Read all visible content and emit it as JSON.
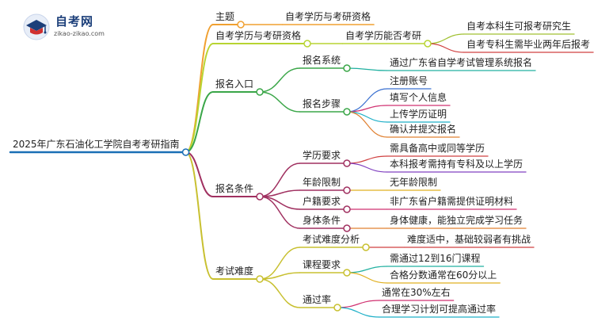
{
  "logo": {
    "title": "自考网",
    "url": "zikao-zikao.com",
    "icon": "graduation-cap-icon"
  },
  "root": {
    "label": "2025年广东石油化工学院自考考研指南",
    "color": "#1a6fb5"
  },
  "branches": [
    {
      "key": "topic",
      "label": "主题",
      "color": "#f0a030",
      "children": [
        {
          "label": "自考学历与考研资格"
        }
      ]
    },
    {
      "key": "qualification",
      "label": "自考学历与考研资格",
      "color": "#b8d432",
      "children": [
        {
          "label": "自考学历能否考研",
          "children": [
            {
              "label": "自考本科生可报考研究生"
            },
            {
              "label": "自考专科生需毕业两年后报考"
            }
          ]
        }
      ]
    },
    {
      "key": "entry",
      "label": "报名入口",
      "color": "#3aa648",
      "children": [
        {
          "label": "报名系统",
          "children": [
            {
              "label": "通过广东省自学考试管理系统报名"
            }
          ]
        },
        {
          "label": "报名步骤",
          "children": [
            {
              "label": "注册账号"
            },
            {
              "label": "填写个人信息"
            },
            {
              "label": "上传学历证明"
            },
            {
              "label": "确认并提交报名"
            }
          ]
        }
      ]
    },
    {
      "key": "conditions",
      "label": "报名条件",
      "color": "#a03060",
      "children": [
        {
          "label": "学历要求",
          "children": [
            {
              "label": "需具备高中或同等学历"
            },
            {
              "label": "本科报考需持有专科及以上学历"
            }
          ]
        },
        {
          "label": "年龄限制",
          "children": [
            {
              "label": "无年龄限制"
            }
          ]
        },
        {
          "label": "户籍要求",
          "children": [
            {
              "label": "非广东省户籍需提供证明材料"
            }
          ]
        },
        {
          "label": "身体条件",
          "children": [
            {
              "label": "身体健康，能独立完成学习任务"
            }
          ]
        }
      ]
    },
    {
      "key": "difficulty",
      "label": "考试难度",
      "color": "#c8c030",
      "children": [
        {
          "label": "考试难度分析",
          "children": [
            {
              "label": "难度适中，基础较弱者有挑战"
            }
          ]
        },
        {
          "label": "课程要求",
          "children": [
            {
              "label": "需通过12到16门课程"
            },
            {
              "label": "合格分数通常在60分以上"
            }
          ]
        },
        {
          "label": "通过率",
          "children": [
            {
              "label": "通常在30%左右"
            },
            {
              "label": "合理学习计划可提高通过率"
            }
          ]
        }
      ]
    }
  ],
  "leaf_colors": [
    "#1fb0c8",
    "#e08030",
    "#a0c030",
    "#d04040",
    "#8040c0",
    "#20b0a0",
    "#e0b020",
    "#3a70d0",
    "#d03070"
  ]
}
